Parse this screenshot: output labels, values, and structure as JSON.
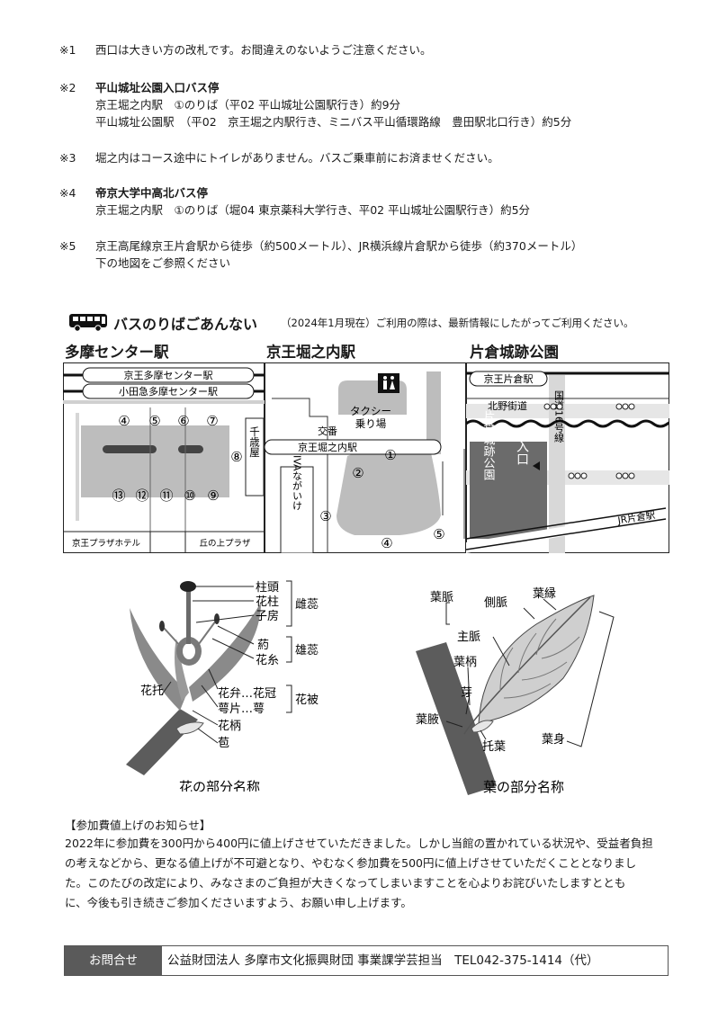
{
  "notes": [
    {
      "mark": "※1",
      "lines": [
        {
          "text": "西口は大きい方の改札です。お間違えのないようご注意ください。",
          "bold": false
        }
      ]
    },
    {
      "mark": "※2",
      "lines": [
        {
          "text": "平山城址公園入口バス停",
          "bold": true
        },
        {
          "text": "京王堀之内駅　①のりば（平02 平山城址公園駅行き）約9分",
          "bold": false
        },
        {
          "text": "平山城址公園駅　（平02　京王堀之内駅行き、ミニバス平山循環路線　豊田駅北口行き）約5分",
          "bold": false
        }
      ]
    },
    {
      "mark": "※3",
      "lines": [
        {
          "text": "堀之内はコース途中にトイレがありません。バスご乗車前にお済ませください。",
          "bold": false
        }
      ]
    },
    {
      "mark": "※4",
      "lines": [
        {
          "text": "帝京大学中高北バス停",
          "bold": true
        },
        {
          "text": "京王堀之内駅　①のりば（堀04 東京薬科大学行き、平02 平山城址公園駅行き）約5分",
          "bold": false
        }
      ]
    },
    {
      "mark": "※5",
      "lines": [
        {
          "text": "京王高尾線京王片倉駅から徒歩（約500メートル）、JR横浜線片倉駅から徒歩（約370メートル）",
          "bold": false
        },
        {
          "text": "下の地図をご参照ください",
          "bold": false
        }
      ]
    }
  ],
  "bus": {
    "icon": "bus-icon",
    "title": "バスのりばごあんない",
    "note": "（2024年1月現在）ご利用の際は、最新情報にしたがってご利用ください。"
  },
  "stations": {
    "tama": "多摩センター駅",
    "horinouchi": "京王堀之内駅",
    "katakura": "片倉城跡公園"
  },
  "map_tama": {
    "rail1": "京王多摩センター駅",
    "rail2": "小田急多摩センター駅",
    "top_stops": [
      "④",
      "⑤",
      "⑥",
      "⑦"
    ],
    "bottom_stops": [
      "⑬",
      "⑫",
      "⑪",
      "⑩",
      "⑨"
    ],
    "side_stop": "⑧",
    "side_label": "千歳屋",
    "bottom_left": "京王プラザホテル",
    "bottom_right": "丘の上プラザ"
  },
  "map_hori": {
    "taxi1": "タクシー",
    "taxi2": "乗り場",
    "koban": "交番",
    "station": "京王堀之内駅",
    "viva": "VIVAながいけ",
    "stops": [
      "①",
      "②",
      "③",
      "④",
      "⑤"
    ],
    "toilet_icon": "toilet-icon"
  },
  "map_kata": {
    "station": "京王片倉駅",
    "kaido": "北野街道",
    "route16": "国道16号線",
    "park": "片倉城跡公園",
    "entrance": "入口",
    "jr": "JR片倉駅"
  },
  "flower": {
    "caption": "花の部分名称",
    "stigma": "柱頭",
    "style": "花柱",
    "ovary": "子房",
    "pistil": "雌蕊",
    "anther": "葯",
    "filament": "花糸",
    "stamen": "雄蕊",
    "receptacle": "花托",
    "petal": "花弁…花冠",
    "sepal": "萼片…萼",
    "perianth": "花被",
    "pedicel": "花柄",
    "bract": "苞"
  },
  "leaf": {
    "caption": "葉の部分名称",
    "vein": "葉脈",
    "lateral": "側脈",
    "margin": "葉縁",
    "midrib": "主脈",
    "petiole": "葉柄",
    "bud": "芽",
    "axil": "葉腋",
    "stipule": "托葉",
    "blade": "葉身"
  },
  "fee": {
    "heading": "【参加費値上げのお知らせ】",
    "lines": [
      "2022年に参加費を300円から400円に値上げさせていただきました。しかし当館の置かれている状況や、受益者負担",
      "の考えなどから、更なる値上げが不可避となり、やむなく参加費を500円に値上げさせていただくこととなりまし",
      "た。このたびの改定により、みなさまのご負担が大きくなってしまいますことを心よりお詫びいたしますととも",
      "に、今後も引き続きご参加くださいますよう、お願い申し上げます。"
    ]
  },
  "contact": {
    "label": "お問合せ",
    "text": "公益財団法人  多摩市文化振興財団  事業課学芸担当　TEL042-375-1414（代）"
  }
}
